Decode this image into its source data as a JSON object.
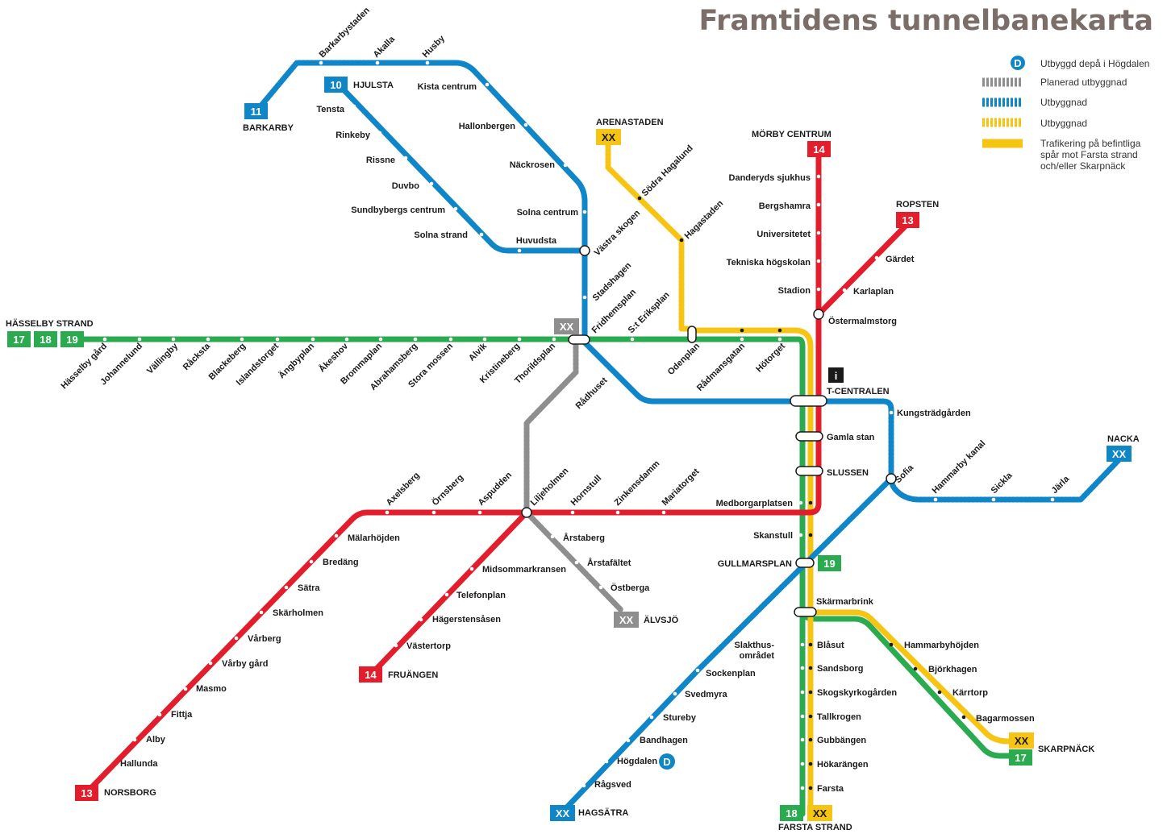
{
  "title": "Framtidens tunnelbanekarta",
  "colors": {
    "green": "#2bab4f",
    "red": "#e31d2b",
    "blue": "#0f86c8",
    "yellow": "#f6c514",
    "grey": "#8e8e8e",
    "title": "#7b6e69"
  },
  "legend": [
    {
      "symbol": "depot",
      "badge": "D",
      "label": "Utbyggd depå i Högdalen"
    },
    {
      "symbol": "dashed-grey",
      "label": "Planerad utbyggnad"
    },
    {
      "symbol": "dashed-blue",
      "label": "Utbyggnad"
    },
    {
      "symbol": "dashed-yellow",
      "label": "Utbyggnad"
    },
    {
      "symbol": "solid-yellow",
      "label_lines": [
        "Trafikering på befintliga",
        "spår mot Farsta strand",
        "och/eller Skarpnäck"
      ]
    }
  ],
  "info_icon": "i",
  "depot_badge": "D",
  "badges": {
    "b11": "11",
    "b10": "10",
    "b17": "17",
    "b18": "18",
    "b19": "19",
    "b14_morby": "14",
    "b13_ropsten": "13",
    "b14_fruangen": "14",
    "b13_norsborg": "13",
    "b19_gullmarsplan": "19",
    "b17_skarpnack": "17",
    "b18_farsta": "18",
    "bxx_arenastaden": "XX",
    "bxx_fridhemsplan": "XX",
    "bxx_alvsjo": "XX",
    "bxx_nacka": "XX",
    "bxx_hagsatra": "XX",
    "bxx_skarpnack": "XX",
    "bxx_farsta": "XX"
  },
  "terminals": {
    "barkarby": "BARKARBY",
    "hjulsta": "HJULSTA",
    "hasselby_strand": "HÄSSELBY STRAND",
    "arenastaden": "ARENASTADEN",
    "morby_centrum": "MÖRBY CENTRUM",
    "ropsten": "ROPSTEN",
    "t_centralen": "T-CENTRALEN",
    "slussen": "SLUSSEN",
    "nacka": "NACKA",
    "gullmarsplan": "GULLMARSPLAN",
    "alvsjo": "ÄLVSJÖ",
    "fruangen": "FRUÄNGEN",
    "norsborg": "NORSBORG",
    "hagsatra": "HAGSÄTRA",
    "farsta_strand": "FARSTA STRAND",
    "skarpnack": "SKARPNÄCK"
  },
  "stations": {
    "barkarbystaden": "Barkarbystaden",
    "akalla": "Akalla",
    "husby": "Husby",
    "kista_centrum": "Kista centrum",
    "hallonbergen": "Hallonbergen",
    "nackrosen": "Näckrosen",
    "solna_centrum": "Solna centrum",
    "vastra_skogen": "Västra skogen",
    "huvudsta": "Huvudsta",
    "solna_strand": "Solna strand",
    "sundbybergs_centrum": "Sundbybergs centrum",
    "duvbo": "Duvbo",
    "rissne": "Rissne",
    "rinkeby": "Rinkeby",
    "tensta": "Tensta",
    "stadshagen": "Stadshagen",
    "fridhemsplan": "Fridhemsplan",
    "sankt_eriksplan": "S:t Eriksplan",
    "odenplan": "Odenplan",
    "radmansgatan": "Rådmansgatan",
    "hotorget": "Hötorget",
    "radhuset": "Rådhuset",
    "sodra_hagalund": "Södra Hagalund",
    "hagastaden": "Hagastaden",
    "hasselby_gard": "Hässelby gård",
    "johannelund": "Johannelund",
    "vallingby": "Vällingby",
    "racksta": "Råcksta",
    "blackeberg": "Blackeberg",
    "islandstorget": "Islandstorget",
    "angbyplan": "Ängbyplan",
    "akeshov": "Åkeshov",
    "brommaplan": "Brommaplan",
    "abrahamsberg": "Abrahamsberg",
    "stora_mossen": "Stora mossen",
    "alvik": "Alvik",
    "kristineberg": "Kristineberg",
    "thorildsplan": "Thorildsplan",
    "danderyds_sjukhus": "Danderyds sjukhus",
    "bergshamra": "Bergshamra",
    "universitetet": "Universitetet",
    "tekniska_hogskolan": "Tekniska högskolan",
    "stadion": "Stadion",
    "ostermalmstorg": "Östermalmstorg",
    "gardet": "Gärdet",
    "karlaplan": "Karlaplan",
    "kungstradgarden": "Kungsträdgården",
    "gamla_stan": "Gamla stan",
    "sofia": "Sofia",
    "hammarby_kanal": "Hammarby kanal",
    "sickla": "Sickla",
    "jarla": "Järla",
    "medborgarplatsen": "Medborgarplatsen",
    "skanstull": "Skanstull",
    "axelsberg": "Axelsberg",
    "ornsberg": "Örnsberg",
    "aspudden": "Aspudden",
    "liljeholmen": "Liljeholmen",
    "hornstull": "Hornstull",
    "zinkensdamm": "Zinkensdamm",
    "mariatorget": "Mariatorget",
    "malarhojden": "Mälarhöjden",
    "bredang": "Bredäng",
    "satra": "Sätra",
    "skarholmen": "Skärholmen",
    "varberg": "Vårberg",
    "varby_gard": "Vårby gård",
    "masmo": "Masmo",
    "fittja": "Fittja",
    "alby": "Alby",
    "hallunda": "Hallunda",
    "midsommarkransen": "Midsommarkransen",
    "telefonplan": "Telefonplan",
    "hagerstensasen": "Hägerstensåsen",
    "vastertorp": "Västertorp",
    "arstaberg": "Årstaberg",
    "arstafaltet": "Årstafältet",
    "ostberga": "Östberga",
    "skarmarbrink": "Skärmarbrink",
    "slakthusomradet_1": "Slakthus-",
    "slakthusomradet_2": "området",
    "sockenplan": "Sockenplan",
    "svedmyra": "Svedmyra",
    "stureby": "Stureby",
    "bandhagen": "Bandhagen",
    "hogdalen": "Högdalen",
    "ragsved": "Rågsved",
    "blasut": "Blåsut",
    "sandsborg": "Sandsborg",
    "skogskyrkogarden": "Skogskyrkogården",
    "tallkrogen": "Tallkrogen",
    "gubbangen": "Gubbängen",
    "hokarangen": "Hökarängen",
    "farsta": "Farsta",
    "hammarbyhojden": "Hammarbyhöjden",
    "bjorkhagen": "Björkhagen",
    "karrtorp": "Kärrtorp",
    "bagarmossen": "Bagarmossen"
  }
}
